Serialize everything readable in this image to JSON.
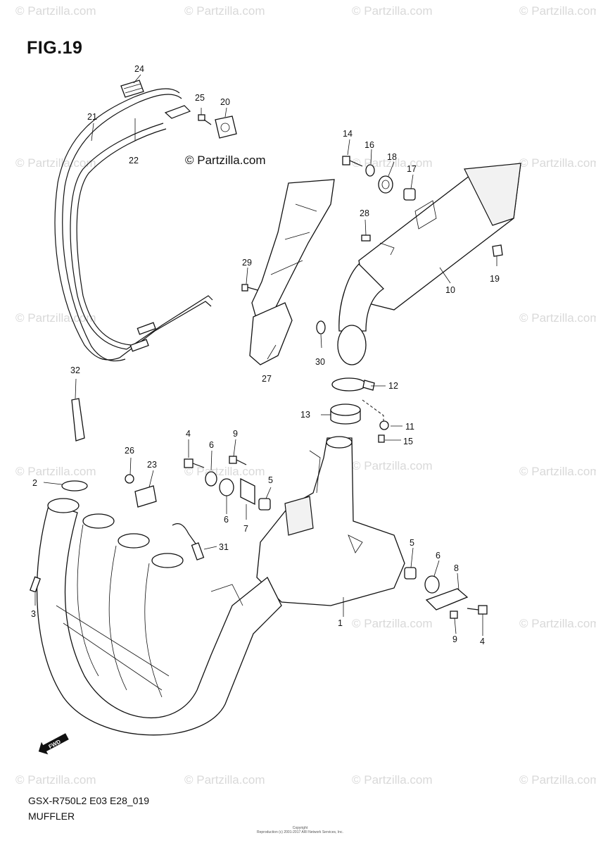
{
  "figure": {
    "title": "FIG.19"
  },
  "watermark": {
    "text": "© Partzilla.com",
    "center_text": "© Partzilla.com"
  },
  "footer": {
    "model_code": "GSX-R750L2 E03 E28_019",
    "section": "MUFFLER"
  },
  "fine_print": {
    "line1": "Copyright",
    "line2": "Reproduction (c) 2001-2017 ARI Network Services, Inc."
  },
  "callouts": {
    "c1": "1",
    "c2": "2",
    "c3": "3",
    "c4a": "4",
    "c4b": "4",
    "c5a": "5",
    "c5b": "5",
    "c6a": "6",
    "c6b": "6",
    "c6c": "6",
    "c7": "7",
    "c8": "8",
    "c9a": "9",
    "c9b": "9",
    "c10": "10",
    "c11": "11",
    "c12": "12",
    "c13": "13",
    "c14": "14",
    "c15": "15",
    "c16": "16",
    "c17": "17",
    "c18": "18",
    "c19": "19",
    "c20": "20",
    "c21": "21",
    "c22": "22",
    "c23": "23",
    "c24": "24",
    "c25": "25",
    "c26": "26",
    "c27": "27",
    "c28": "28",
    "c29": "29",
    "c30": "30",
    "c31": "31",
    "c32": "32"
  },
  "fwd_arrow": {
    "label": "FWD"
  }
}
